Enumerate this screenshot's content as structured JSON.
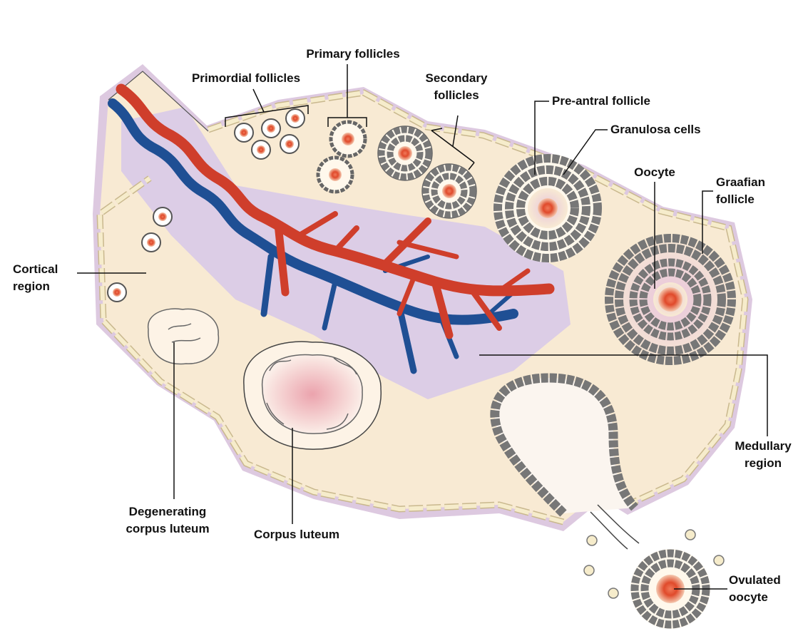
{
  "labels": {
    "primordial_follicles": "Primordial follicles",
    "primary_follicles": "Primary follicles",
    "secondary_follicles": "Secondary\nfollicles",
    "pre_antral_follicle": "Pre-antral follicle",
    "granulosa_cells": "Granulosa cells",
    "oocyte": "Oocyte",
    "graafian_follicle": "Graafian\nfollicle",
    "cortical_region": "Cortical\nregion",
    "medullary_region": "Medullary\nregion",
    "degenerating_corpus_luteum": "Degenerating\ncorpus luteum",
    "corpus_luteum": "Corpus luteum",
    "ovulated_oocyte": "Ovulated\noocyte"
  },
  "colors": {
    "ovary_fill": "#f8ead3",
    "capsule": "#ddc9e0",
    "epithelium_cell": "#f6eccb",
    "medulla": "#dccde6",
    "artery": "#cf3e2b",
    "vein": "#1f4f94",
    "oocyte_core": "#e04a2b",
    "leader_line": "#111111"
  }
}
